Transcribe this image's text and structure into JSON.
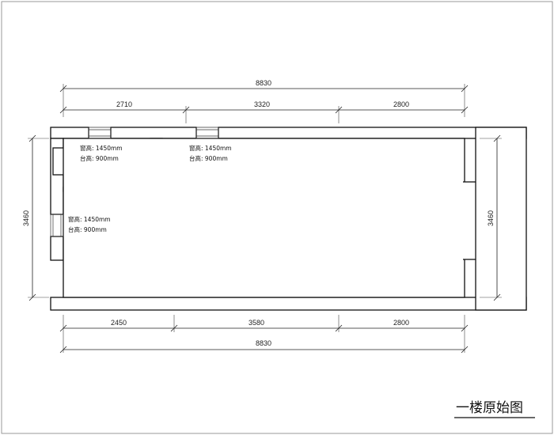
{
  "drawing_title": "一楼原始图",
  "dimensions": {
    "top_total": "8830",
    "top_segments": [
      "2710",
      "3320",
      "2800"
    ],
    "bottom_segments": [
      "2450",
      "3580",
      "2800"
    ],
    "bottom_total": "8830",
    "left_height": "3460",
    "right_height": "3460"
  },
  "windows": [
    {
      "height_label": "窗高: 1450mm",
      "sill_label": "台高: 900mm"
    },
    {
      "height_label": "窗高: 1450mm",
      "sill_label": "台高: 900mm"
    },
    {
      "height_label": "窗高: 1450mm",
      "sill_label": "台高: 900mm"
    }
  ]
}
